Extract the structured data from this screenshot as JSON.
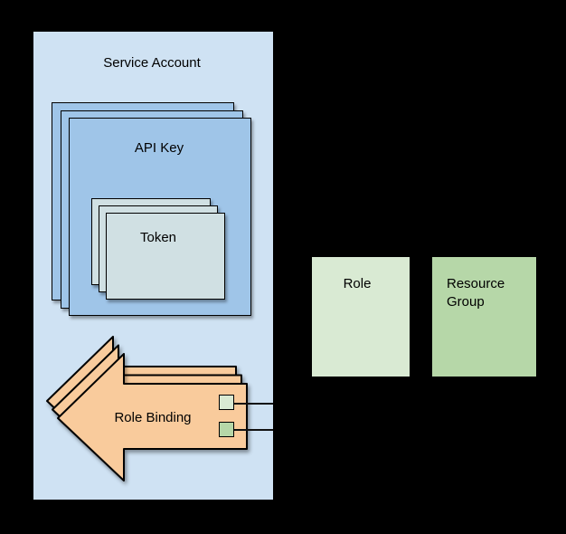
{
  "canvas": {
    "background_color": "#000000"
  },
  "diagram": {
    "service_account": {
      "label": "Service Account",
      "fill": "#cfe2f3"
    },
    "api_key": {
      "label": "API Key",
      "fill": "#9fc5e8",
      "stack_count": 3
    },
    "token": {
      "label": "Token",
      "fill": "#d0e0e3",
      "stack_count": 3
    },
    "role_binding": {
      "label": "Role Binding",
      "fill": "#f9cb9c",
      "stack_count": 3,
      "ports": [
        {
          "name": "role-port",
          "fill": "#d9ead3"
        },
        {
          "name": "resource-group-port",
          "fill": "#b6d7a8"
        }
      ],
      "connector_color": "#111111"
    },
    "role": {
      "label": "Role",
      "fill": "#d9ead3"
    },
    "resource_group": {
      "label": "Resource\nGroup",
      "fill": "#b6d7a8"
    }
  }
}
